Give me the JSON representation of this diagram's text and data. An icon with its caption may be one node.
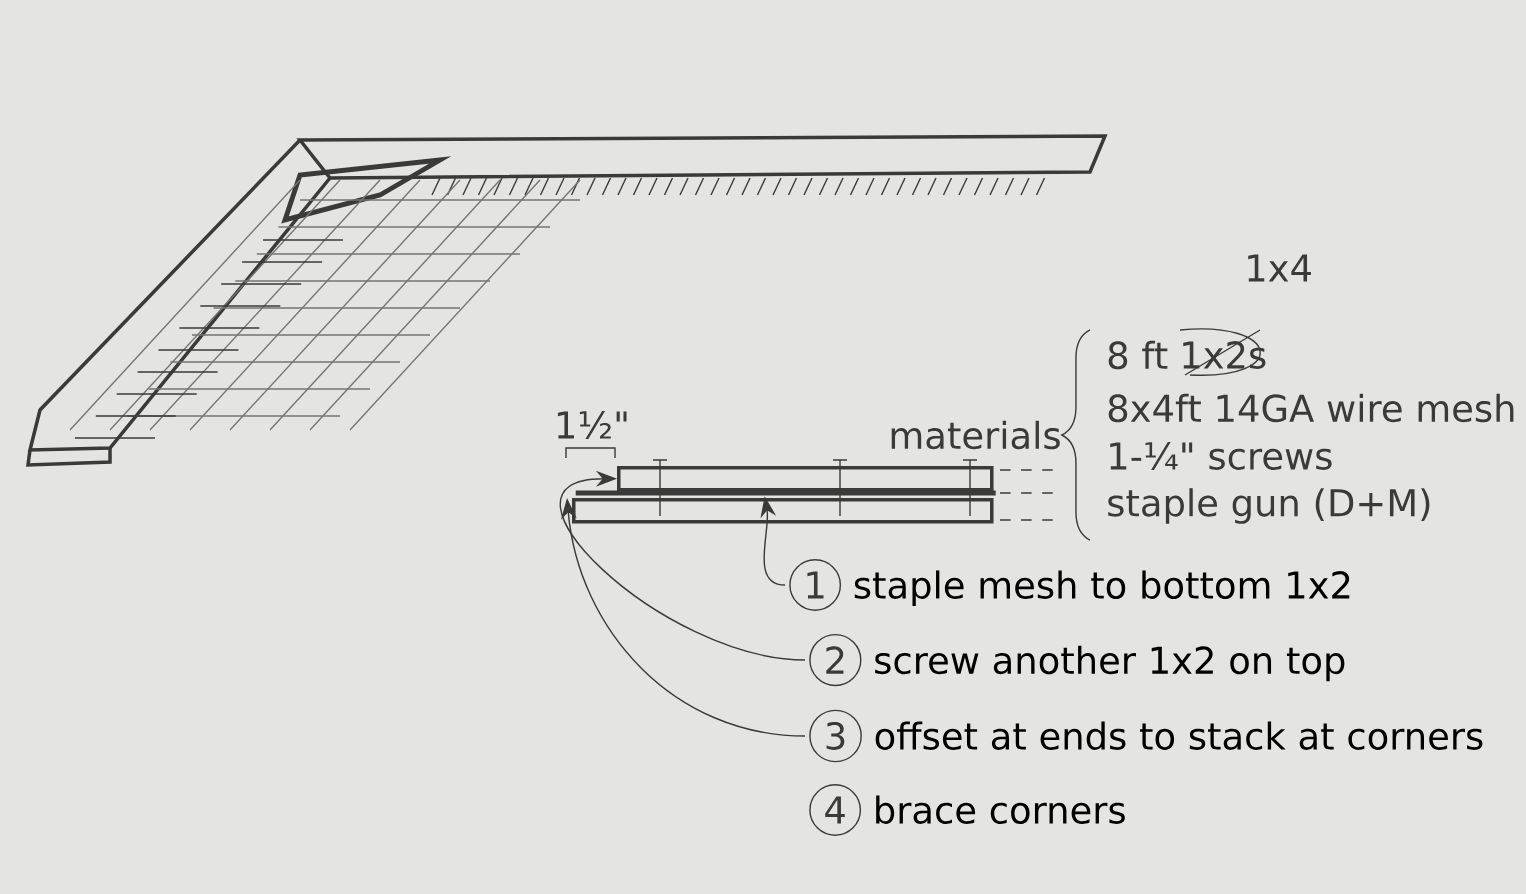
{
  "diagram": {
    "nodes": [
      {
        "text": [
          "1",
          "staple mesh to bottom 1x2"
        ]
      },
      {
        "text": [
          "2",
          "screw another 1x2 on top"
        ]
      },
      {
        "text": [
          "3",
          "offset at ends to stack at corners"
        ]
      },
      {
        "text": [
          "4",
          "brace corners"
        ]
      },
      {
        "text": [],
        "shape": "bar"
      },
      {
        "text": [],
        "shape": "box"
      },
      {
        "text": [],
        "shape": "box"
      }
    ],
    "edges": [
      {
        "from": 0,
        "to": 4,
        "arrow": "to"
      },
      {
        "from": 1,
        "to": 5,
        "arrow": "to"
      },
      {
        "from": 2,
        "to": 6,
        "arrow": "to"
      }
    ],
    "labels": [
      "1x4",
      "8 ft",
      "1x2s",
      "8x4ft 14GA wire mesh",
      "1-¼\" screws",
      "staple gun (D+M)",
      "1½\"",
      "materials"
    ]
  }
}
